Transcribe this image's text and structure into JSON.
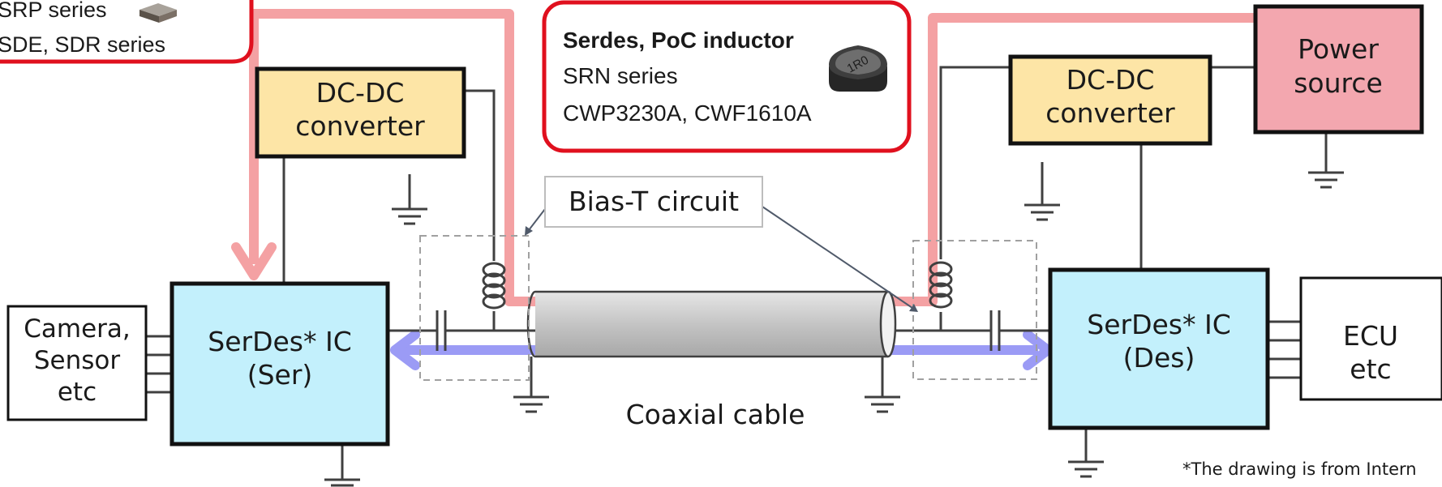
{
  "colors": {
    "power_path": "#f4a1a3",
    "signal_path": "#9b9bf5",
    "ic_fill": "#c3f0fc",
    "converter_fill": "#fde5a6",
    "power_fill": "#f3a7af",
    "callout_border": "#e0101e",
    "wire": "#404040"
  },
  "callout_left": {
    "line1": "SRP series",
    "line2": "SDE, SDR series",
    "icon": "smd-power-inductor-icon"
  },
  "callout_center": {
    "title": "Serdes, PoC  inductor",
    "line1": "SRN series",
    "line2": "CWP3230A, CWF1610A",
    "icon": "shielded-inductor-icon",
    "icon_marking": "1R0"
  },
  "blocks": {
    "dcdc_left": [
      "DC-DC",
      "converter"
    ],
    "dcdc_right": [
      "DC-DC",
      "converter"
    ],
    "power_source": [
      "Power",
      "source"
    ],
    "ser_ic": [
      "SerDes* IC",
      "(Ser)"
    ],
    "des_ic": [
      "SerDes* IC",
      "(Des)"
    ],
    "camera": [
      "Camera,",
      "Sensor",
      "etc"
    ],
    "ecu": [
      "ECU",
      "etc"
    ]
  },
  "labels": {
    "bias_t": "Bias-T circuit",
    "coaxial": "Coaxial cable",
    "footnote": "*The drawing is from Intern"
  }
}
